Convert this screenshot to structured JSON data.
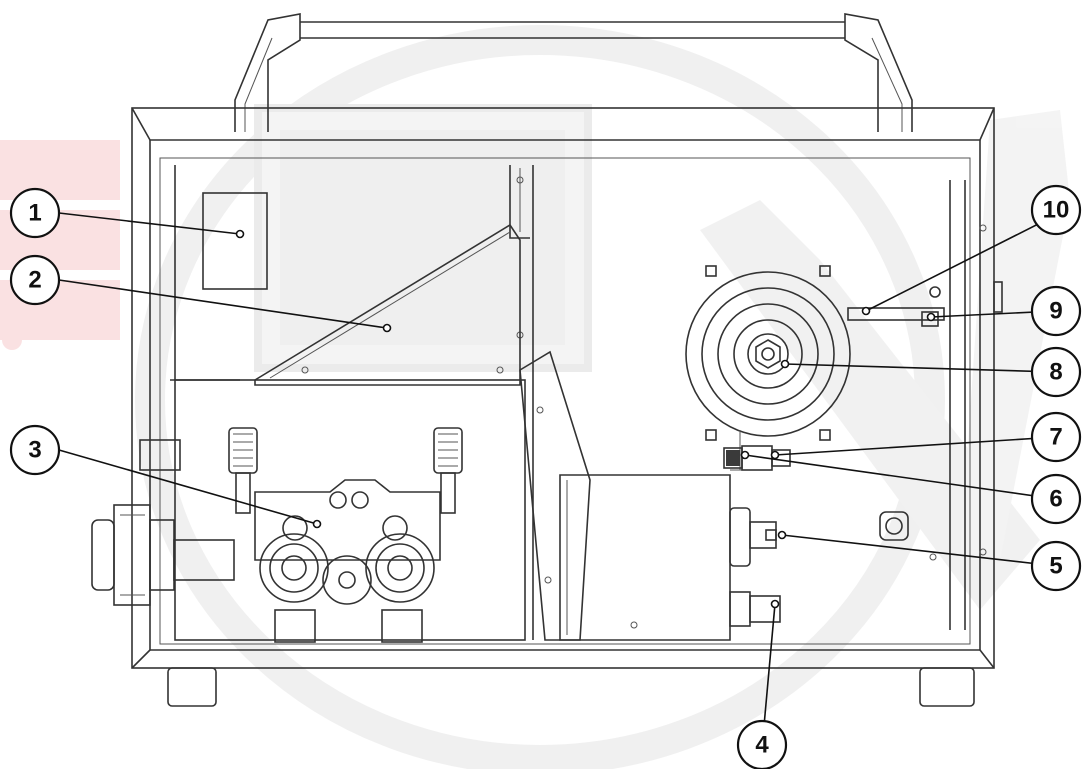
{
  "diagram": {
    "colors": {
      "line": "#333333",
      "callout": "#111111",
      "watermark_red": "#e0303a",
      "watermark_grey": "#dedede",
      "panel_fill": "#ededed"
    },
    "callouts": [
      {
        "id": "1",
        "label": "1"
      },
      {
        "id": "2",
        "label": "2"
      },
      {
        "id": "3",
        "label": "3"
      },
      {
        "id": "4",
        "label": "4"
      },
      {
        "id": "5",
        "label": "5"
      },
      {
        "id": "6",
        "label": "6"
      },
      {
        "id": "7",
        "label": "7"
      },
      {
        "id": "8",
        "label": "8"
      },
      {
        "id": "9",
        "label": "9"
      },
      {
        "id": "10",
        "label": "10"
      }
    ]
  }
}
